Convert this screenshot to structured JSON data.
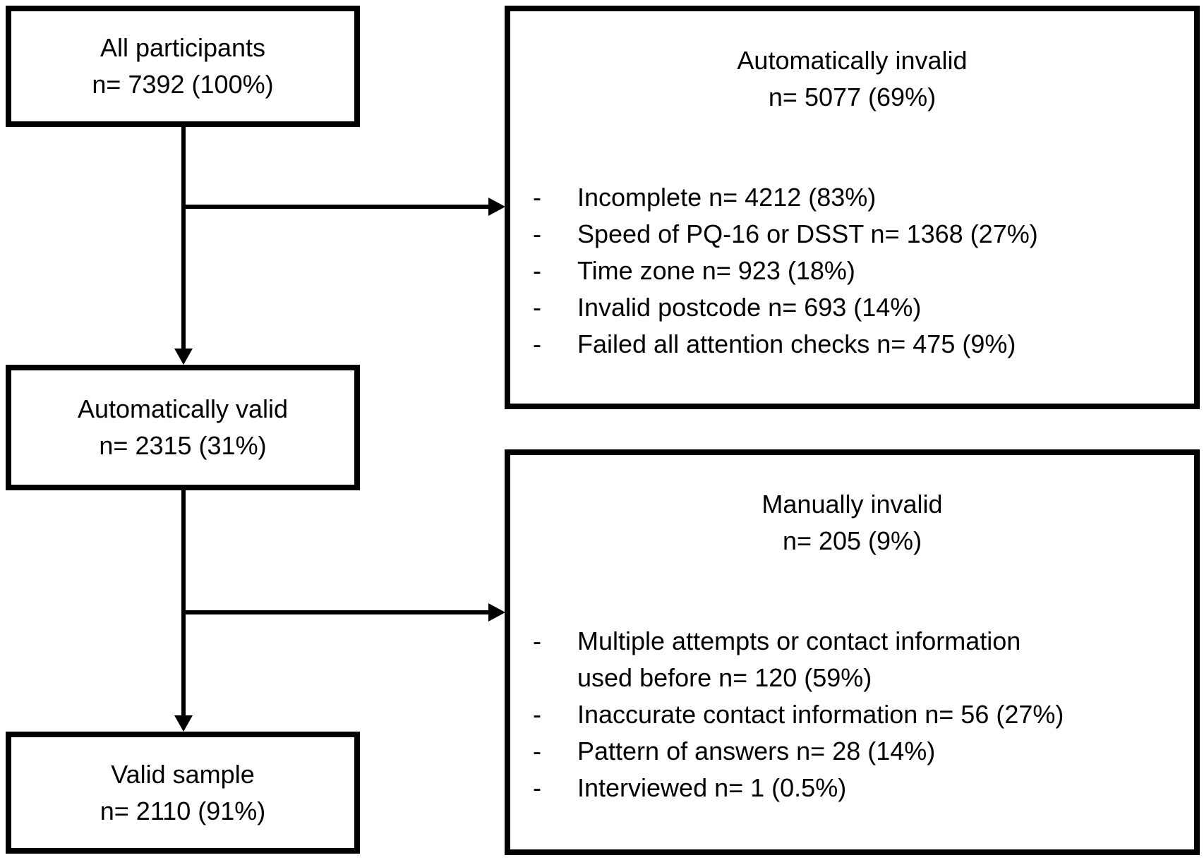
{
  "diagram": {
    "colors": {
      "line": "#000000",
      "text": "#000000",
      "background": "#ffffff"
    },
    "bullet": "-",
    "left_boxes": [
      {
        "title": "All participants",
        "count": "n= 7392 (100%)"
      },
      {
        "title": "Automatically valid",
        "count": "n= 2315 (31%)"
      },
      {
        "title": "Valid sample",
        "count": "n= 2110 (91%)"
      }
    ],
    "right_boxes": [
      {
        "title": "Automatically invalid",
        "count": "n= 5077 (69%)",
        "items": [
          "Incomplete n= 4212 (83%)",
          "Speed of PQ-16 or DSST n= 1368 (27%)",
          "Time zone n= 923 (18%)",
          "Invalid postcode n= 693 (14%)",
          "Failed all attention checks n= 475 (9%)"
        ]
      },
      {
        "title": "Manually invalid",
        "count": "n= 205 (9%)",
        "items": [
          "Multiple attempts or contact information used before n= 120 (59%)",
          "Inaccurate contact information n= 56 (27%)",
          "Pattern of answers n= 28 (14%)",
          "Interviewed n= 1 (0.5%)"
        ]
      }
    ]
  }
}
